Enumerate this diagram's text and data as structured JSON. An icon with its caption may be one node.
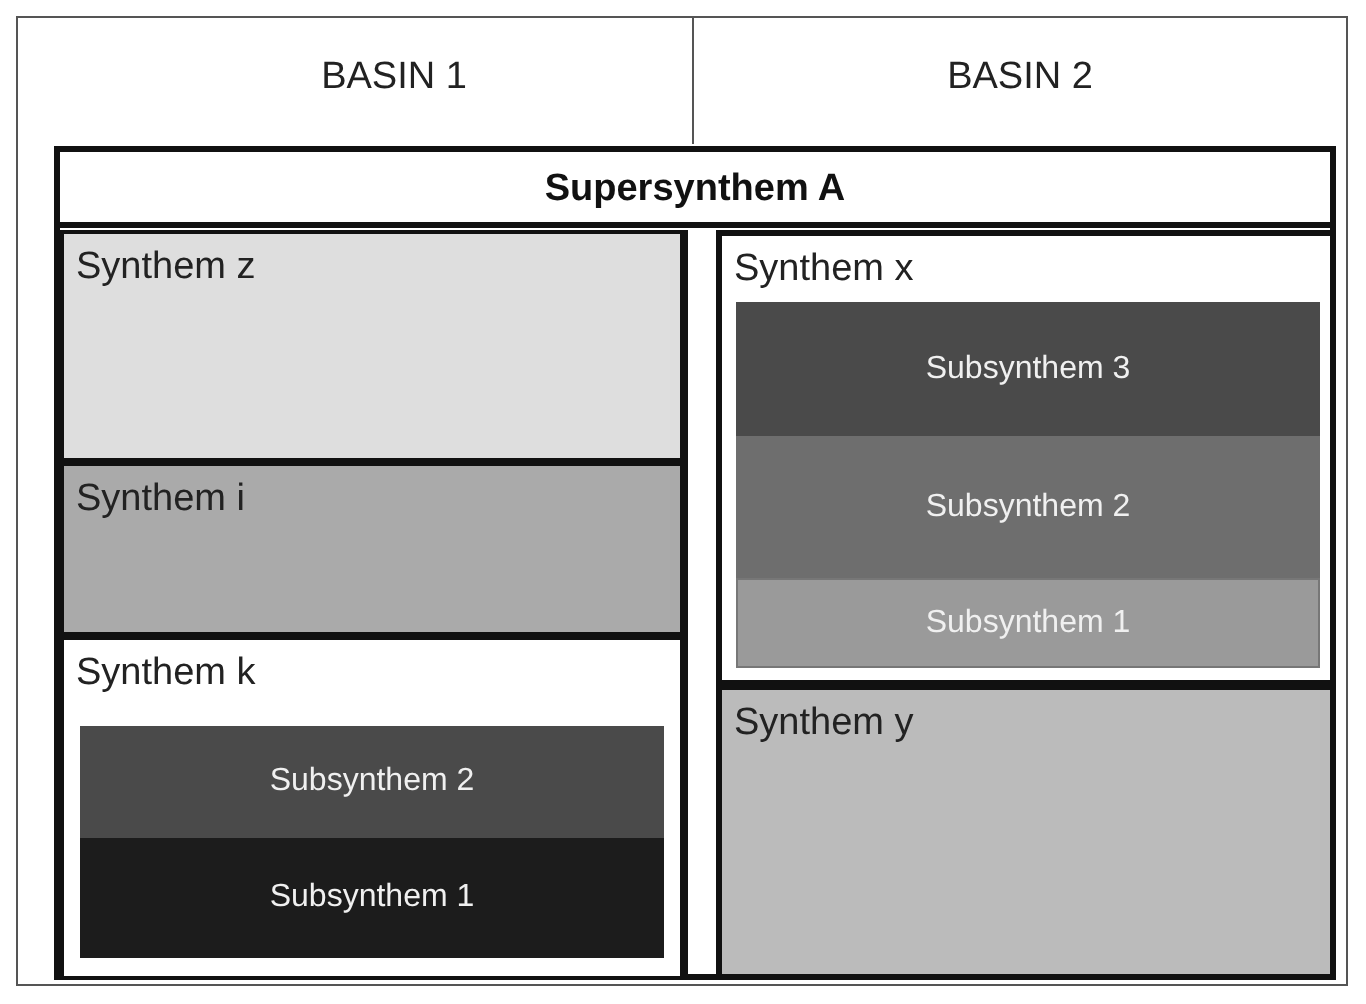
{
  "diagram": {
    "nodes": [
      {
        "text": [
          "Supersynthem A"
        ]
      },
      {
        "text": [
          "Synthem z"
        ],
        "in": 0
      },
      {
        "text": [
          "Synthem i"
        ],
        "in": 0
      },
      {
        "text": [
          "Synthem k"
        ],
        "in": 0
      },
      {
        "text": [
          "Subsynthem 2"
        ],
        "in": 3
      },
      {
        "text": [
          "Subsynthem 1"
        ],
        "in": 3
      },
      {
        "text": [
          "Synthem x"
        ],
        "in": 0
      },
      {
        "text": [
          "Subsynthem 3"
        ],
        "in": 6
      },
      {
        "text": [
          "Subsynthem 2"
        ],
        "in": 6
      },
      {
        "text": [
          "Subsynthem 1"
        ],
        "in": 6
      },
      {
        "text": [
          "Synthem y"
        ],
        "in": 0
      }
    ],
    "labels": [
      "BASIN 1",
      "BASIN 2"
    ]
  }
}
